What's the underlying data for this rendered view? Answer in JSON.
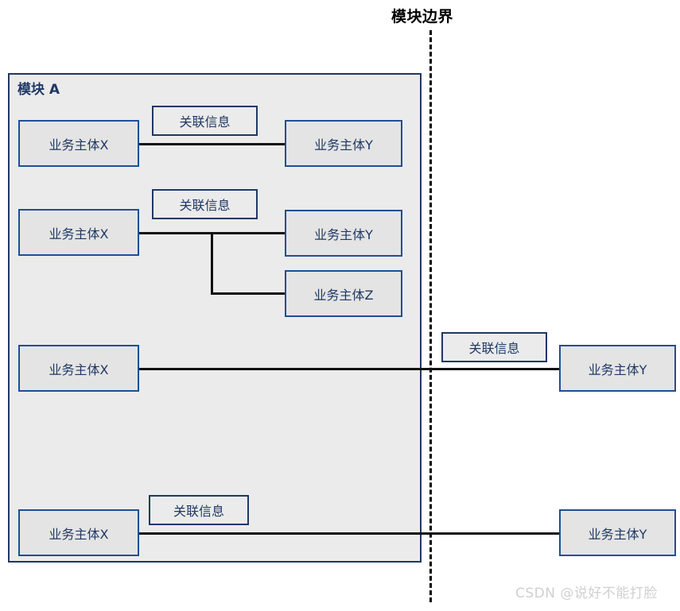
{
  "diagram": {
    "boundary_title": "模块边界",
    "module": {
      "label": "模块 A",
      "fill_color": "#ebebeb",
      "border_color": "#1f3864"
    },
    "colors": {
      "node_fill": "#e4e4e4",
      "node_border": "#1f4e96",
      "text": "#1f3864",
      "connector": "#111111",
      "boundary": "#000000",
      "watermark": "#d0d0d0"
    },
    "labels": {
      "association": "关联信息"
    },
    "rows": [
      {
        "id": "row-1",
        "source": "业务主体X",
        "association": "关联信息",
        "targets": [
          "业务主体Y"
        ],
        "crosses_boundary": false
      },
      {
        "id": "row-2",
        "source": "业务主体X",
        "association": "关联信息",
        "targets": [
          "业务主体Y",
          "业务主体Z"
        ],
        "crosses_boundary": false
      },
      {
        "id": "row-3",
        "source": "业务主体X",
        "association": "关联信息",
        "targets": [
          "业务主体Y"
        ],
        "crosses_boundary": true
      },
      {
        "id": "row-4",
        "source": "业务主体X",
        "association": "关联信息",
        "targets": [
          "业务主体Y"
        ],
        "crosses_boundary": true
      }
    ],
    "watermark": "CSDN @说好不能打脸"
  }
}
